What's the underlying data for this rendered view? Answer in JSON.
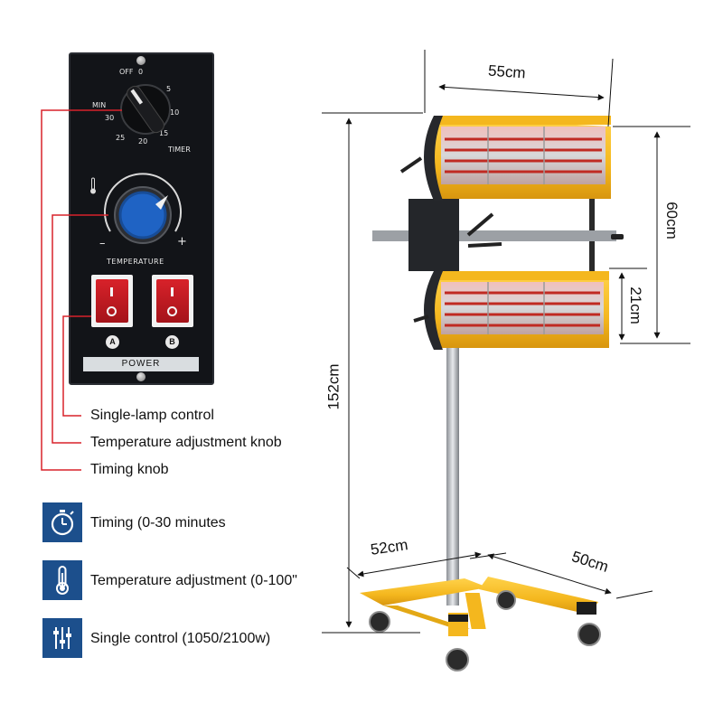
{
  "panel": {
    "timer": {
      "label": "TIMER",
      "off_label": "OFF",
      "min_label": "MIN",
      "ticks": [
        "0",
        "5",
        "10",
        "15",
        "20",
        "25",
        "30"
      ]
    },
    "temperature": {
      "label": "TEMPERATURE",
      "minus": "–",
      "plus": "+"
    },
    "switches": [
      {
        "letter": "A"
      },
      {
        "letter": "B"
      }
    ],
    "power_label": "POWER"
  },
  "callouts": {
    "single_lamp": "Single-lamp control",
    "temperature_knob": "Temperature adjustment knob",
    "timing_knob": "Timing knob"
  },
  "features": [
    {
      "icon": "stopwatch-icon",
      "text": "Timing (0-30 minutes"
    },
    {
      "icon": "thermometer-icon",
      "text": "Temperature adjustment (0-100\""
    },
    {
      "icon": "sliders-icon",
      "text": "Single control (1050/2100w)"
    }
  ],
  "dimensions": {
    "width_top": "55cm",
    "span": "60cm",
    "lamp_height": "21cm",
    "total_height": "152cm",
    "base_width": "52cm",
    "base_depth": "50cm"
  },
  "colors": {
    "lamp_yellow": "#f4b71e",
    "panel_black": "#121418",
    "knob_blue": "#1f63c4",
    "switch_red": "#d8222a",
    "feature_blue": "#1c4f8c",
    "callout_red": "#d8222a"
  }
}
